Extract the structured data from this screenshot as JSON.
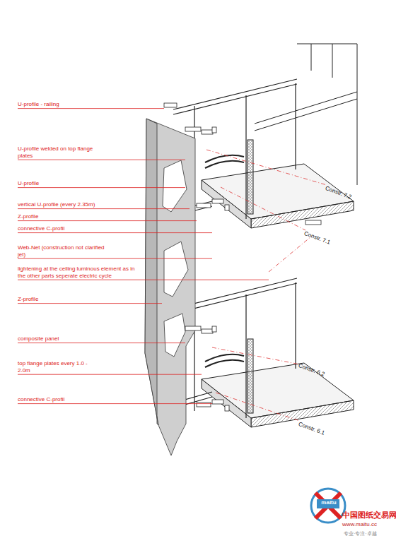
{
  "diagram": {
    "labels": [
      "U-profile - railing",
      "U-profile welded on top flange plates",
      "U-profile",
      "vertical U-profile (every 2.35m)",
      "Z-profile",
      "connective C-profil",
      "Web-Net (construction not clarified jet)",
      "lightening at the ceiling luminous element as in the other parts seperate electric cycle",
      "Z-profile",
      "composite panel",
      "top flange plates every 1.0 - 2.0m",
      "connective C-profil",
      "Constr. 7.2",
      "Constr. 7.1",
      "Constr. 6.2",
      "Constr. 6.1",
      "maitu",
      "中国图纸交易网",
      "www.maitu.cc",
      "专业·专注·卓越"
    ]
  }
}
